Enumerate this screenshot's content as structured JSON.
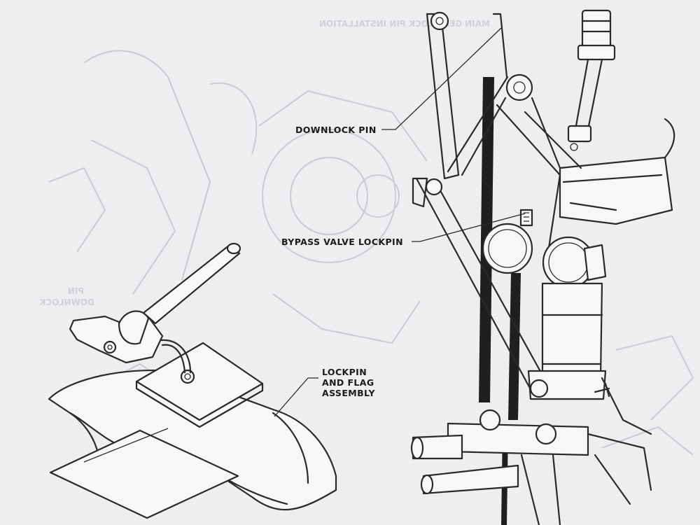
{
  "labels": {
    "downlock_pin": "DOWNLOCK PIN",
    "bypass_valve_lockpin": "BYPASS VALVE LOCKPIN",
    "lockpin_flag_line1": "LOCKPIN",
    "lockpin_flag_line2": "AND FLAG",
    "lockpin_flag_line3": "ASSEMBLY"
  },
  "bleed_through": {
    "title_mirrored": "MAIN GEAR LOCK PIN INSTALLATION",
    "left_mirrored_line1": "DOWNLOCK",
    "left_mirrored_line2": "PIN"
  },
  "colors": {
    "page": "#eeeef0",
    "ink": "#2a2a2a",
    "bleed": "#c9cbd2"
  }
}
